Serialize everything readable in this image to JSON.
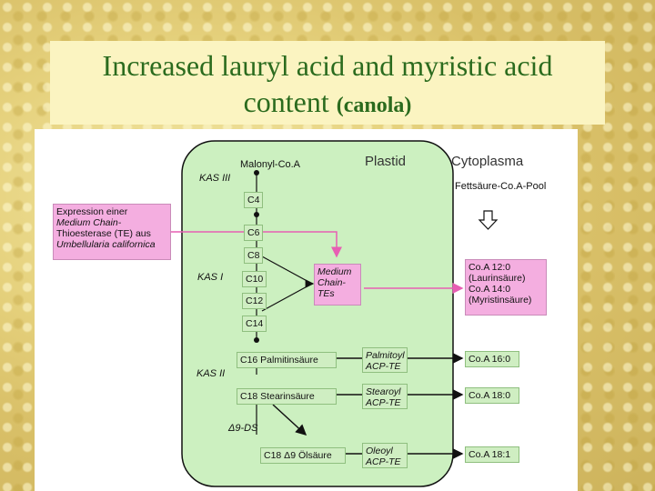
{
  "slide": {
    "title_line1": "Increased lauryl acid and myristic acid",
    "title_line2": "content",
    "title_paren": "(canola)"
  },
  "diagram": {
    "regions": {
      "plastid": "Plastid",
      "cytoplasm": "Cytoplasma",
      "pool": "Fettsäure-Co.A-Pool"
    },
    "start": "Malonyl-Co.A",
    "enzymes": {
      "kas3": "KAS III",
      "kas1": "KAS I",
      "kas2": "KAS II",
      "d9ds": "Δ9-DS"
    },
    "chain": [
      "C4",
      "C6",
      "C8",
      "C10",
      "C12",
      "C14"
    ],
    "c16": "C16 Palmitinsäure",
    "c18": "C18 Stearinsäure",
    "c18_1": "C18 Δ9 Ölsäure",
    "expression": [
      "Expression einer",
      "Medium Chain-",
      "Thioesterase (TE) aus",
      "Umbellularia californica"
    ],
    "medium_te": [
      "Medium",
      "Chain-",
      "TEs"
    ],
    "thioesterases": [
      [
        "Palmitoyl",
        "ACP-TE"
      ],
      [
        "Stearoyl",
        "ACP-TE"
      ],
      [
        "Oleoyl",
        "ACP-TE"
      ]
    ],
    "coa_medium": [
      "Co.A 12:0",
      "(Laurinsäure)",
      "Co.A 14:0",
      "(Myristinsäure)"
    ],
    "coa_products": [
      "Co.A 16:0",
      "Co.A 18:0",
      "Co.A 18:1"
    ]
  },
  "colors": {
    "title": "#2b6b1e",
    "plastid": "#ccf0c0",
    "pink": "#f4aee0",
    "arrow_pink": "#e75fb3"
  }
}
